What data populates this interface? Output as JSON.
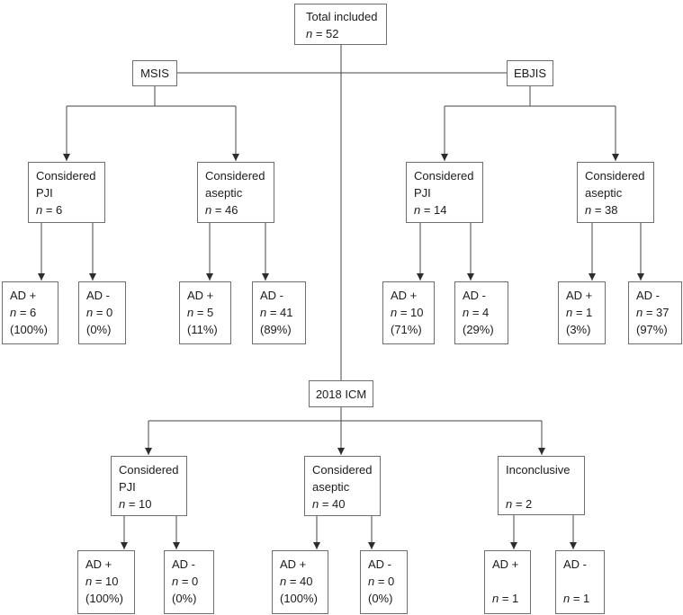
{
  "style": {
    "background": "#ffffff",
    "box_border": "#6e6e6e",
    "line_color": "#454545",
    "arrow_color": "#2d2d2d",
    "text_color": "#1b1b1b"
  },
  "nodes": {
    "total": {
      "title": "Total included",
      "n_it": "n",
      "n_rest": " = 52"
    },
    "msis": {
      "label": "MSIS"
    },
    "ebjis": {
      "label": "EBJIS"
    },
    "icm": {
      "label": "2018 ICM"
    },
    "msis_pji": {
      "line1": "Considered",
      "line2": "PJI",
      "n_it": "n",
      "n_rest": " = 6"
    },
    "msis_aseptic": {
      "line1": "Considered",
      "line2": "aseptic",
      "n_it": "n",
      "n_rest": " = 46"
    },
    "ebjis_pji": {
      "line1": "Considered",
      "line2": "PJI",
      "n_it": "n",
      "n_rest": " = 14"
    },
    "ebjis_aseptic": {
      "line1": "Considered",
      "line2": "aseptic",
      "n_it": "n",
      "n_rest": " = 38"
    },
    "icm_pji": {
      "line1": "Considered",
      "line2": "PJI",
      "n_it": "n",
      "n_rest": " = 10"
    },
    "icm_aseptic": {
      "line1": "Considered",
      "line2": "aseptic",
      "n_it": "n",
      "n_rest": " = 40"
    },
    "icm_inconclusive": {
      "line1": "Inconclusive",
      "n_it": "n",
      "n_rest": " = 2"
    },
    "ad_msis_pji_pos": {
      "title": "AD +",
      "n_it": "n",
      "n_rest": " = 6",
      "pct": "(100%)"
    },
    "ad_msis_pji_neg": {
      "title": "AD -",
      "n_it": "n",
      "n_rest": " = 0",
      "pct": "(0%)"
    },
    "ad_msis_aseptic_pos": {
      "title": "AD +",
      "n_it": "n",
      "n_rest": " = 5",
      "pct": "(11%)"
    },
    "ad_msis_aseptic_neg": {
      "title": "AD -",
      "n_it": "n",
      "n_rest": " = 41",
      "pct": "(89%)"
    },
    "ad_ebjis_pji_pos": {
      "title": "AD +",
      "n_it": "n",
      "n_rest": " = 10",
      "pct": "(71%)"
    },
    "ad_ebjis_pji_neg": {
      "title": "AD -",
      "n_it": "n",
      "n_rest": " = 4",
      "pct": "(29%)"
    },
    "ad_ebjis_aseptic_pos": {
      "title": "AD +",
      "n_it": "n",
      "n_rest": " = 1",
      "pct": "(3%)"
    },
    "ad_ebjis_aseptic_neg": {
      "title": "AD -",
      "n_it": "n",
      "n_rest": " = 37",
      "pct": "(97%)"
    },
    "ad_icm_pji_pos": {
      "title": "AD +",
      "n_it": "n",
      "n_rest": " = 10",
      "pct": "(100%)"
    },
    "ad_icm_pji_neg": {
      "title": "AD -",
      "n_it": "n",
      "n_rest": " = 0",
      "pct": "(0%)"
    },
    "ad_icm_aseptic_pos": {
      "title": "AD +",
      "n_it": "n",
      "n_rest": " = 40",
      "pct": "(100%)"
    },
    "ad_icm_aseptic_neg": {
      "title": "AD -",
      "n_it": "n",
      "n_rest": " = 0",
      "pct": "(0%)"
    },
    "ad_icm_inconclusive_pos": {
      "title": "AD +",
      "n_it": "n",
      "n_rest": " = 1"
    },
    "ad_icm_inconclusive_neg": {
      "title": "AD -",
      "n_it": "n",
      "n_rest": " = 1"
    }
  }
}
